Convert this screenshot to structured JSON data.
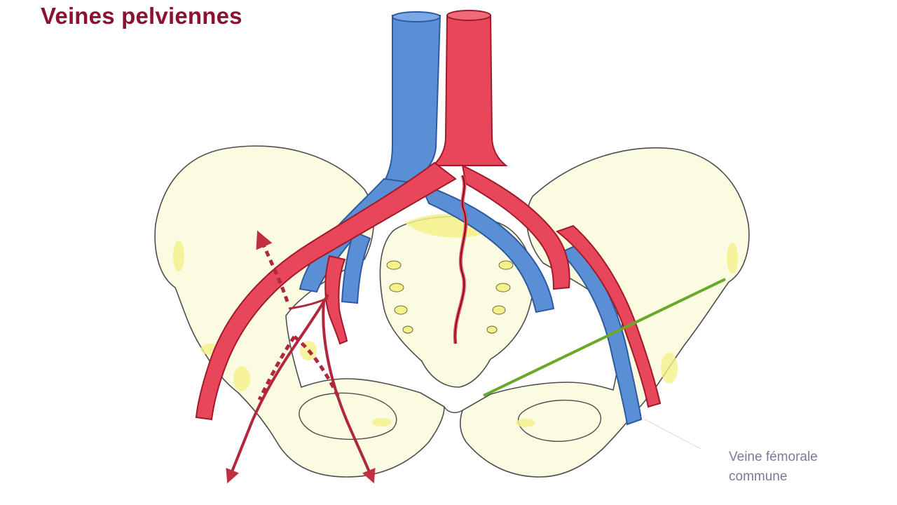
{
  "slide": {
    "title": "Veines pelviennes"
  },
  "caption": {
    "line1": "Veine fémorale",
    "line2": "commune"
  },
  "colors": {
    "title": "#8b1230",
    "artery": "#e8465a",
    "artery_outline": "#a01a2a",
    "vein": "#5a8fd6",
    "vein_outline": "#2d5aa0",
    "bone": "#fbfbe2",
    "bone_outline": "#4d4d4d",
    "highlight": "#f4f08a",
    "inguinal_line": "#6aa82a"
  }
}
